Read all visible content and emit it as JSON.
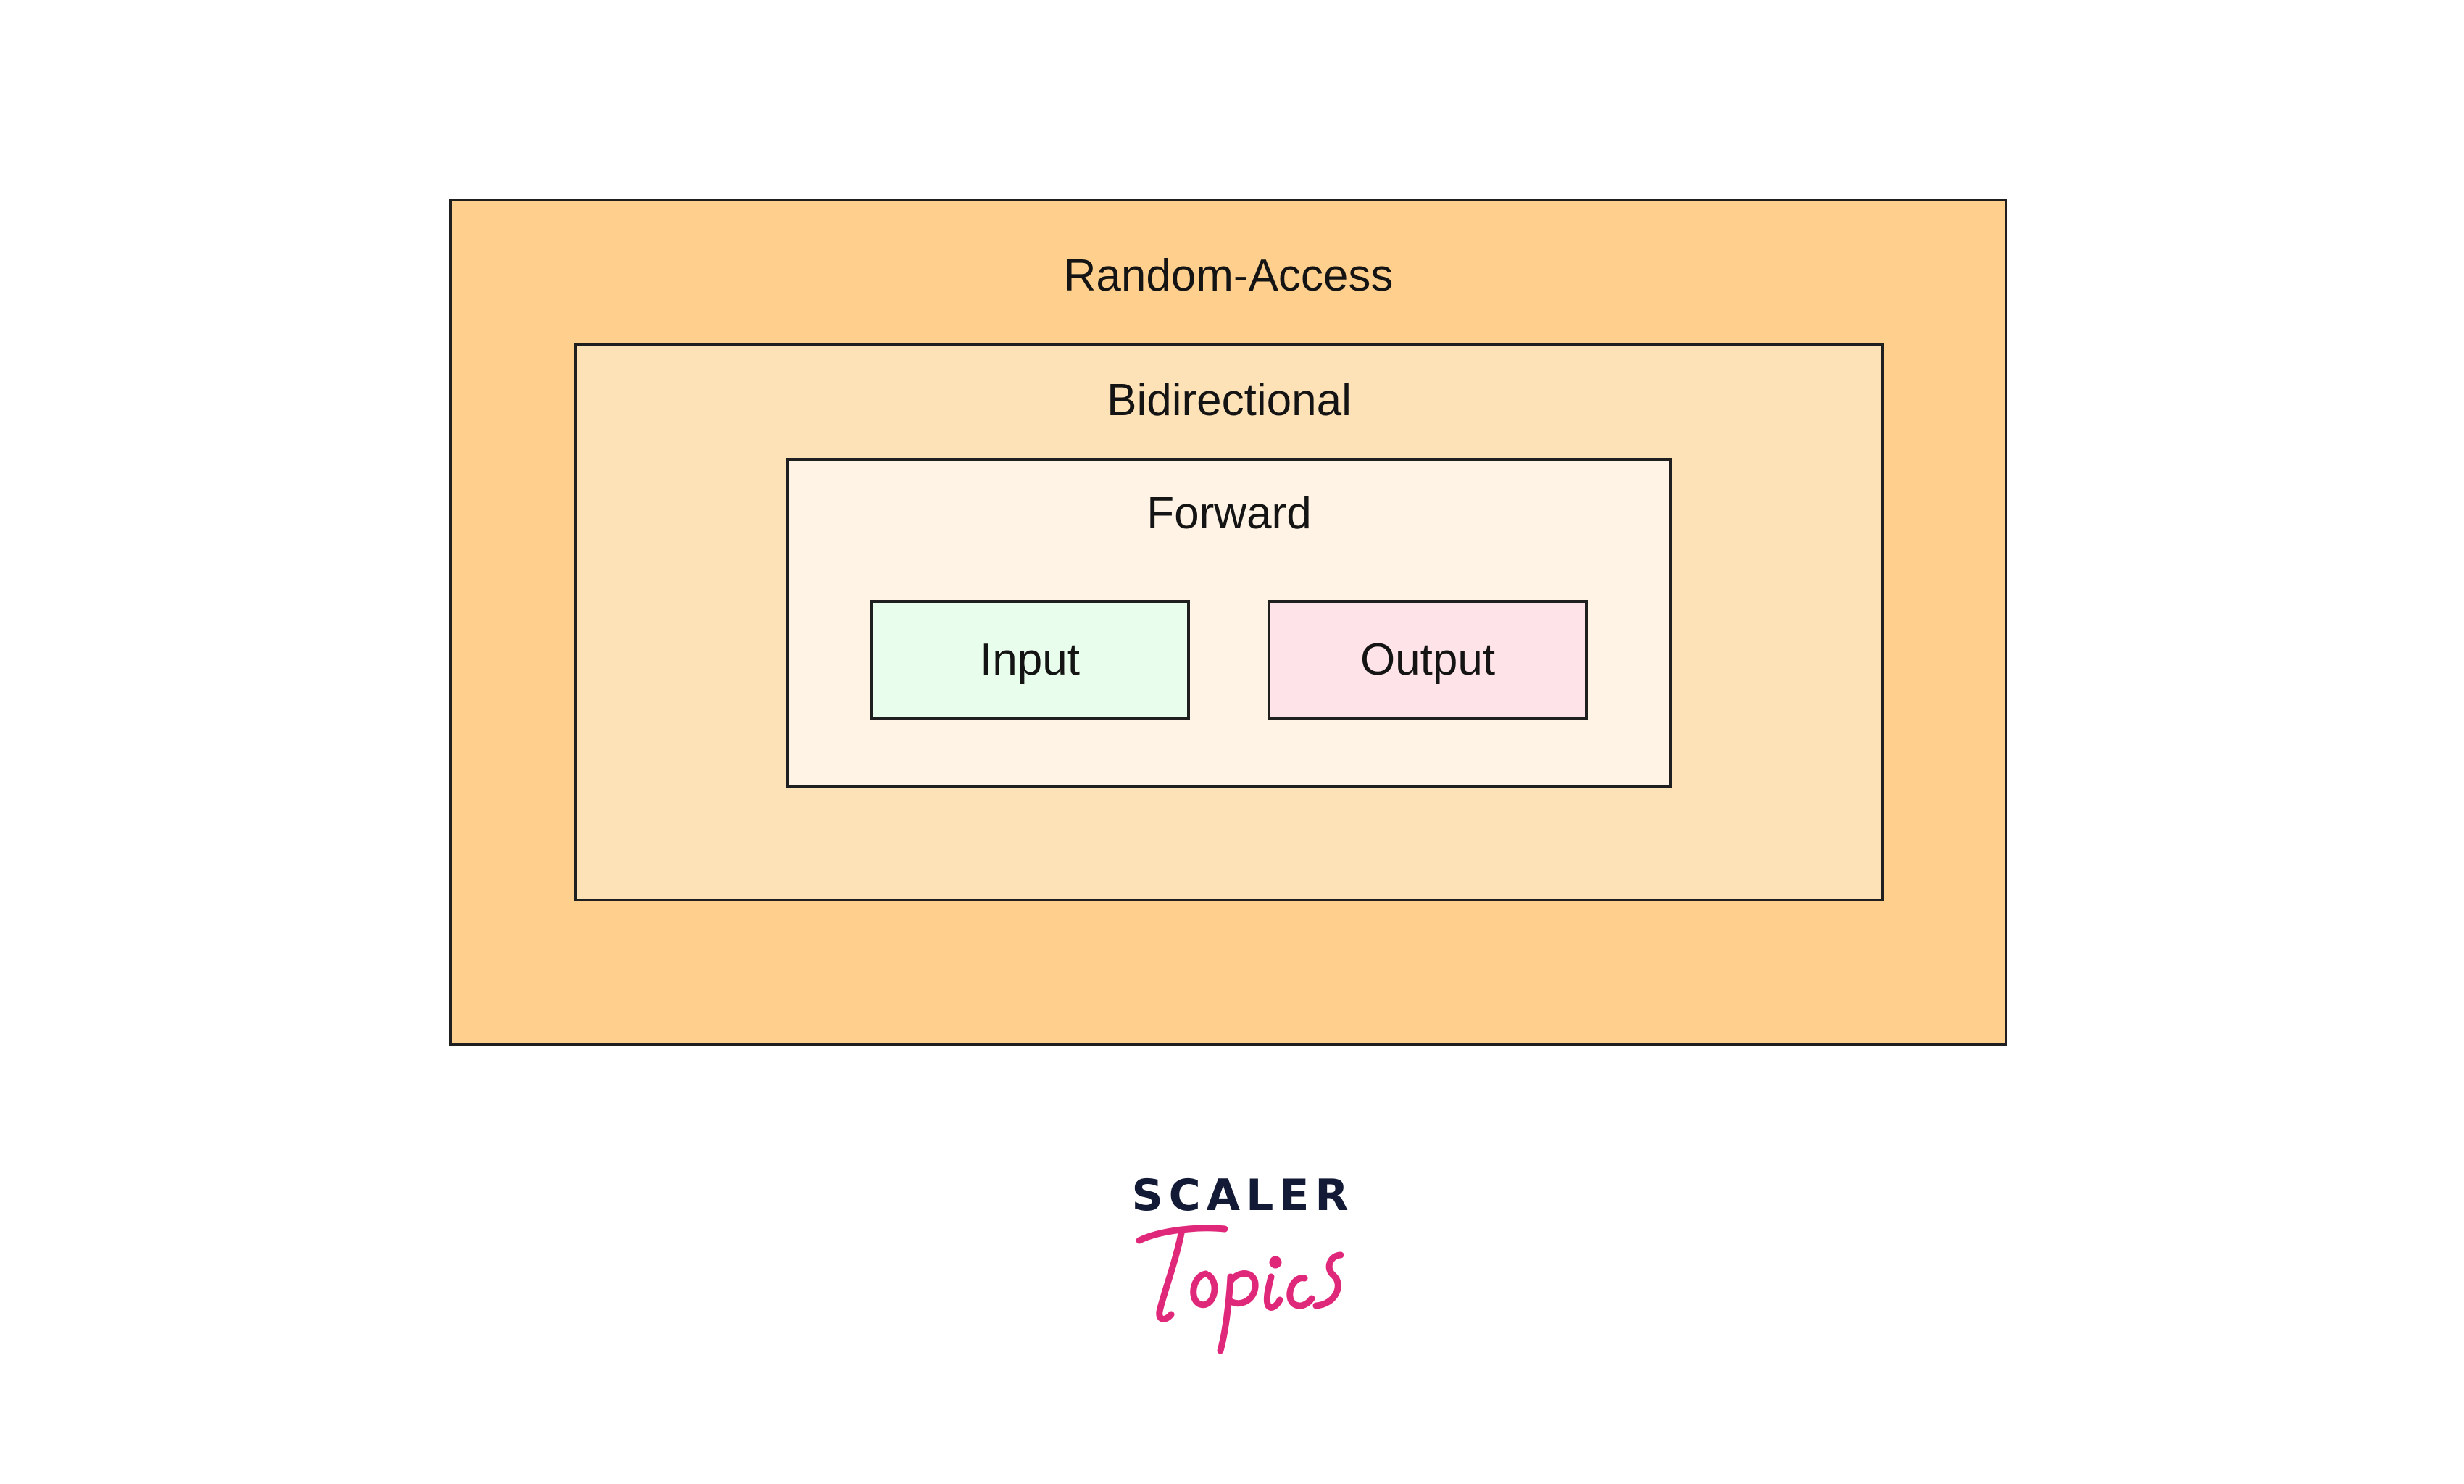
{
  "diagram": {
    "outer": {
      "label": "Random-Access"
    },
    "middle": {
      "label": "Bidirectional"
    },
    "inner": {
      "label": "Forward"
    },
    "leaves": [
      {
        "label": "Input"
      },
      {
        "label": "Output"
      }
    ]
  },
  "colors": {
    "outer_fill": "#fecf8d",
    "middle_fill": "#fde2b8",
    "inner_fill": "#fef3e4",
    "input_fill": "#e8fdec",
    "output_fill": "#fee3e8",
    "border": "#1f1f1f",
    "logo_word": "#121a36",
    "logo_script": "#e0287a"
  },
  "logo": {
    "word": "SCALER",
    "script": "Topics"
  }
}
